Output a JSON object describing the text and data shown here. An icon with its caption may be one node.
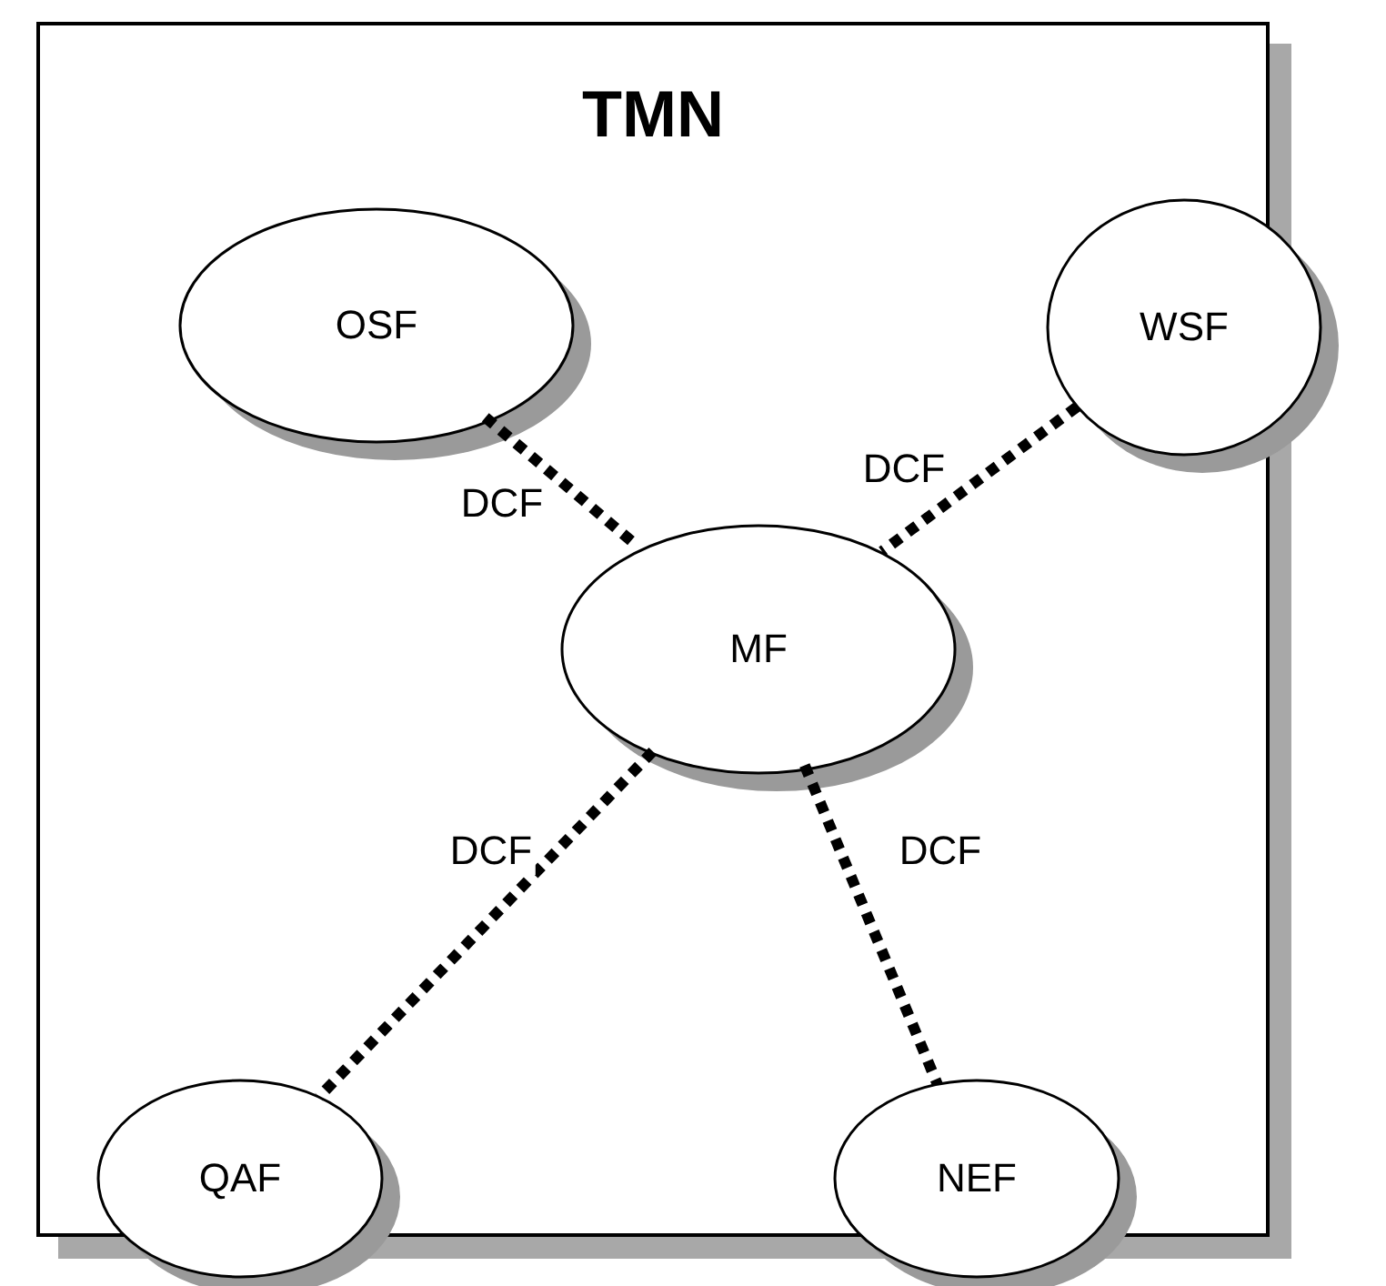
{
  "diagram": {
    "nodes": [
      {
        "text": [
          "TMN"
        ]
      },
      {
        "text": [
          "OSF"
        ],
        "in": 0
      },
      {
        "text": [
          "WSF"
        ]
      },
      {
        "text": [
          "MF"
        ],
        "in": 0
      },
      {
        "text": [
          "QAF"
        ]
      },
      {
        "text": [
          "NEF"
        ]
      }
    ],
    "edges": [
      {
        "from": 1,
        "to": 3,
        "arrow": "none",
        "label": "DCF",
        "style": "dashed"
      },
      {
        "from": 2,
        "to": 3,
        "arrow": "none",
        "label": "DCF",
        "style": "dashed"
      },
      {
        "from": 3,
        "to": 4,
        "arrow": "none",
        "label": "DCF",
        "style": "dashed"
      },
      {
        "from": 3,
        "to": 5,
        "arrow": "none",
        "label": "DCF",
        "style": "dashed"
      }
    ]
  }
}
